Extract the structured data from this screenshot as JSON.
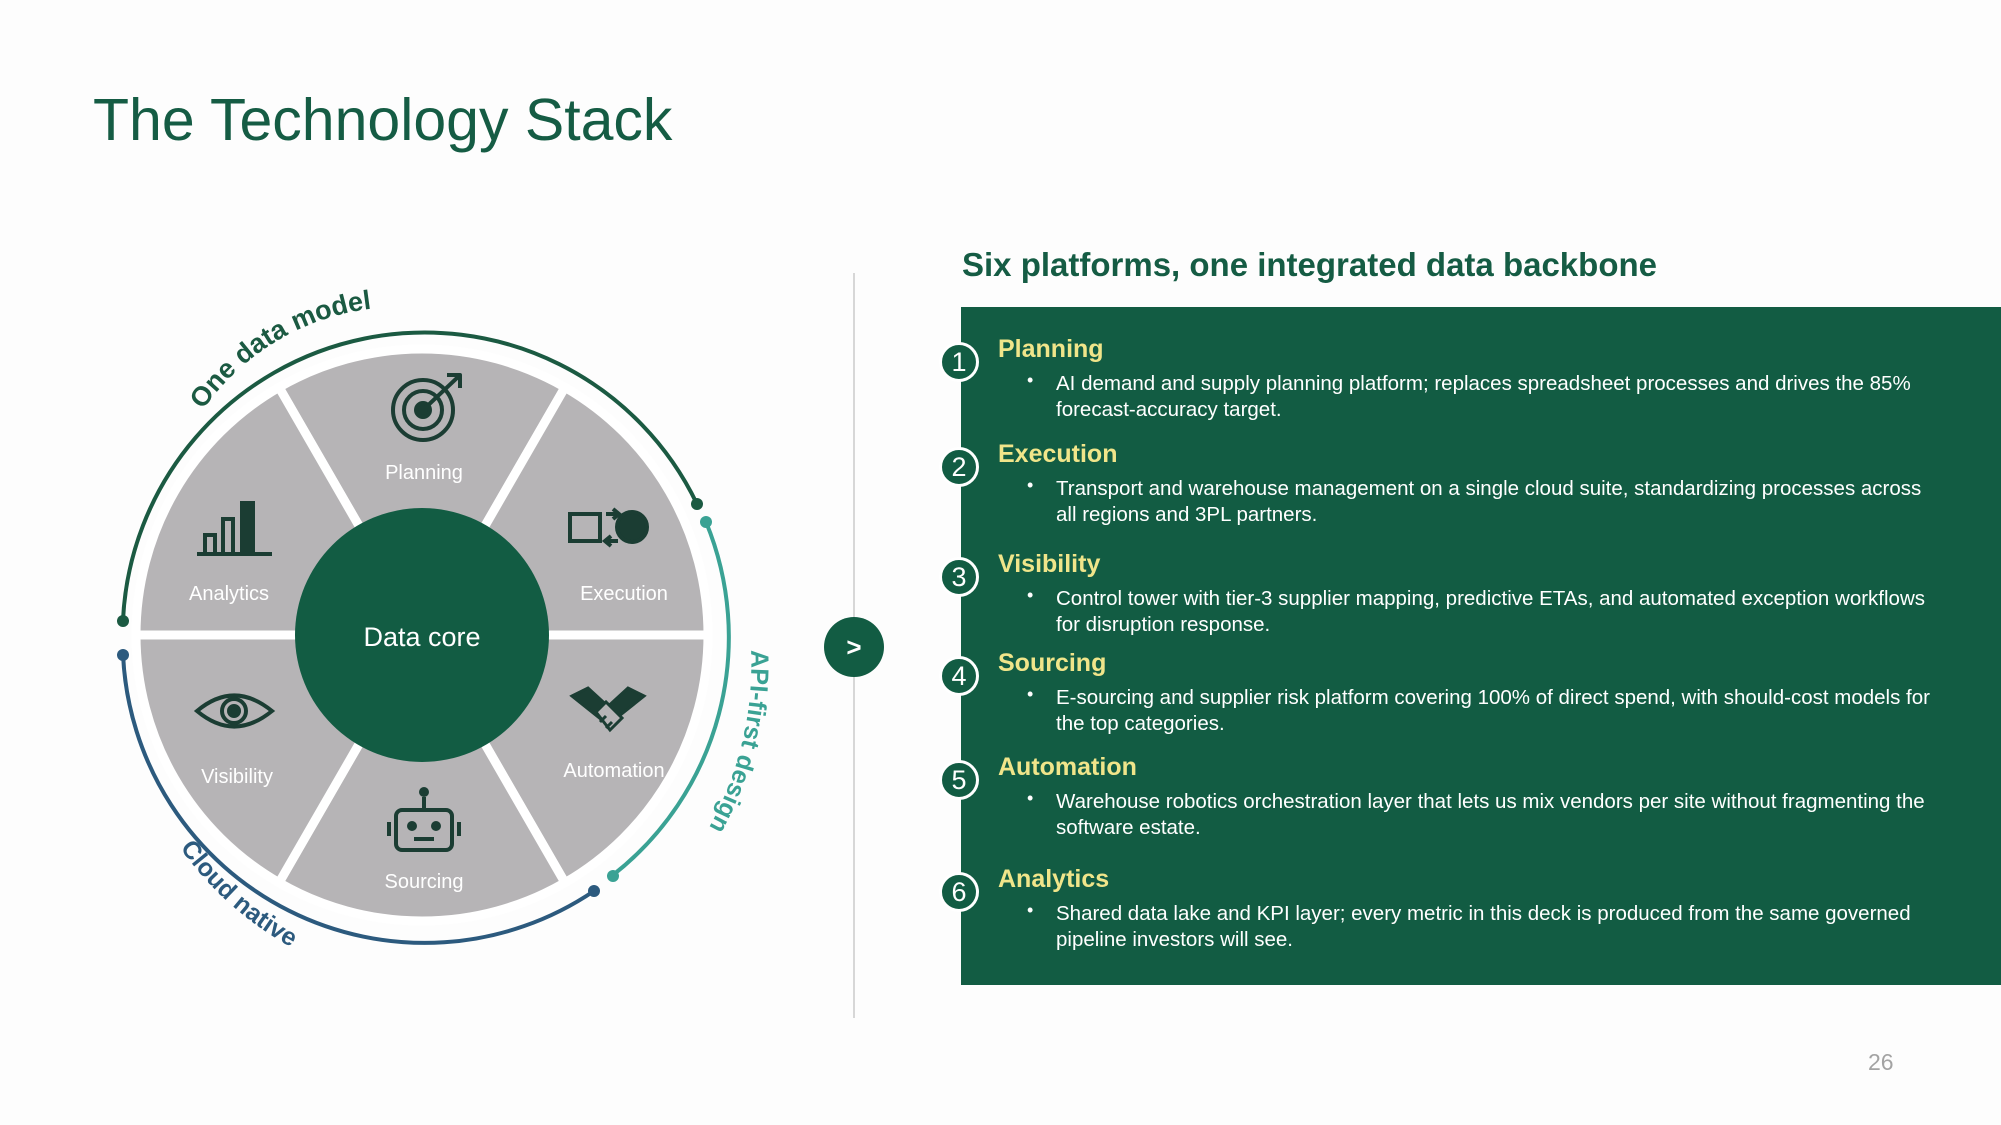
{
  "slide": {
    "title": "The Technology Stack",
    "page_number": "26"
  },
  "diagram": {
    "center_label": "Data core",
    "segments": [
      {
        "label": "Planning",
        "icon": "target-icon"
      },
      {
        "label": "Execution",
        "icon": "transfer-icon"
      },
      {
        "label": "Automation",
        "icon": "handshake-icon"
      },
      {
        "label": "Sourcing",
        "icon": "robot-icon"
      },
      {
        "label": "Visibility",
        "icon": "eye-icon"
      },
      {
        "label": "Analytics",
        "icon": "bar-chart-icon"
      }
    ],
    "arcs": [
      {
        "label": "One data model",
        "color": "#1b5a42"
      },
      {
        "label": "API-first design",
        "color": "#3aa294"
      },
      {
        "label": "Cloud native",
        "color": "#2c5a7e"
      }
    ],
    "colors": {
      "segment": "#b6b4b6",
      "core": "#125c43",
      "icon": "#1b3d33"
    }
  },
  "next_button": {
    "label": ">"
  },
  "panel": {
    "heading": "Six platforms, one integrated data backbone",
    "bullet_char": "•",
    "items": [
      {
        "number": "1",
        "title": "Planning",
        "text": "AI demand and supply planning platform; replaces spreadsheet processes and drives the 85% forecast-accuracy target."
      },
      {
        "number": "2",
        "title": "Execution",
        "text": "Transport and warehouse management on a single cloud suite, standardizing processes across all regions and 3PL partners."
      },
      {
        "number": "3",
        "title": "Visibility",
        "text": "Control tower with tier-3 supplier mapping, predictive ETAs, and automated exception workflows for disruption response."
      },
      {
        "number": "4",
        "title": "Sourcing",
        "text": "E-sourcing and supplier risk platform covering 100% of direct spend, with should-cost models for the top categories."
      },
      {
        "number": "5",
        "title": "Automation",
        "text": "Warehouse robotics orchestration layer that lets us mix vendors per site without fragmenting the software estate."
      },
      {
        "number": "6",
        "title": "Analytics",
        "text": "Shared data lake and KPI layer; every metric in this deck is produced from the same governed pipeline investors will see."
      }
    ],
    "colors": {
      "background": "#125c43",
      "title": "#f0e58a",
      "text": "#ffffff"
    }
  }
}
